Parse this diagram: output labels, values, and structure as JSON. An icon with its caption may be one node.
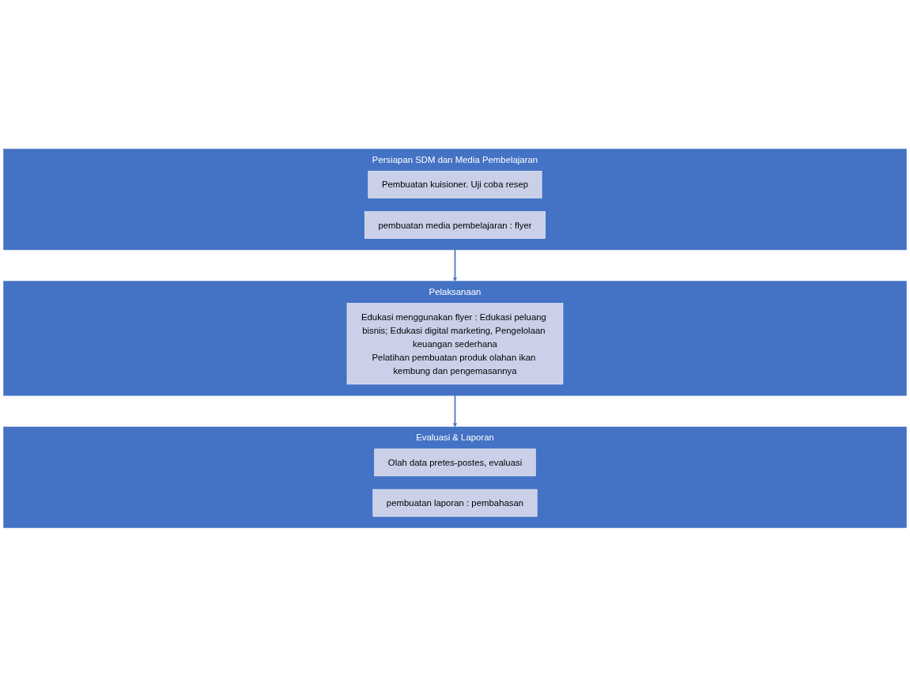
{
  "diagram": {
    "nodes": [
      {
        "text": [
          "Persiapan SDM dan Media Pembelajaran"
        ]
      },
      {
        "text": [
          "Pembuatan kuisioner. Uji coba resep"
        ],
        "in": 0
      },
      {
        "text": [
          "pembuatan media pembelajaran : flyer"
        ],
        "in": 0
      },
      {
        "text": [
          "Pelaksanaan"
        ]
      },
      {
        "text": [
          "Edukasi menggunakan flyer : Edukasi peluang bisnis; Edukasi digital marketing, Pengelolaan keuangan sederhana",
          "Pelatihan pembuatan produk olahan ikan kembung dan pengemasannya"
        ],
        "in": 3
      },
      {
        "text": [
          "Evaluasi & Laporan"
        ]
      },
      {
        "text": [
          "Olah data pretes-postes, evaluasi"
        ],
        "in": 5
      },
      {
        "text": [
          "pembuatan laporan : pembahasan"
        ],
        "in": 5
      }
    ],
    "edges": [
      {
        "from": 0,
        "to": 3,
        "arrow": "to"
      },
      {
        "from": 3,
        "to": 5,
        "arrow": "to"
      }
    ]
  }
}
